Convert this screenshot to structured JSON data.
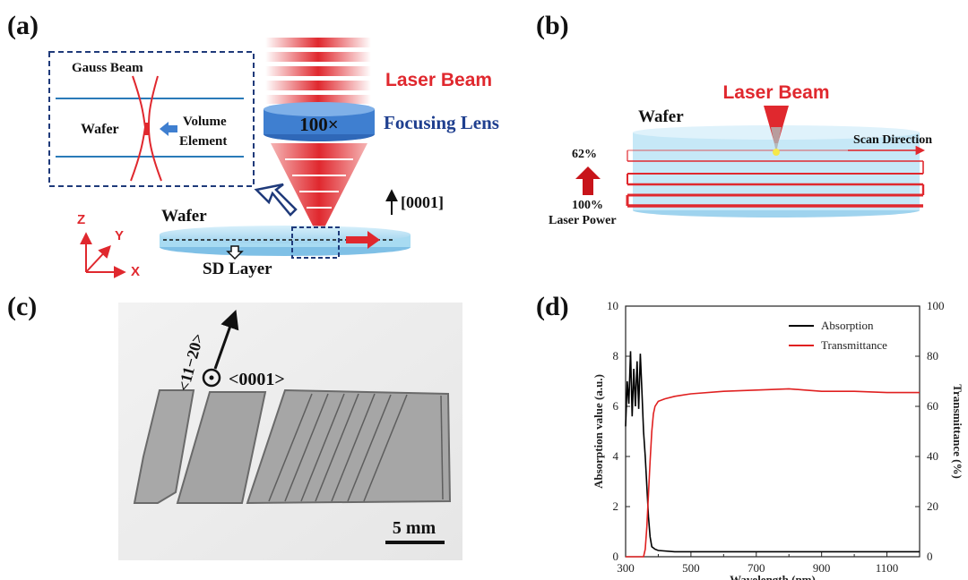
{
  "panel_a": {
    "label": "(a)",
    "laser_beam": "Laser Beam",
    "lens_magnification": "100×",
    "focusing_lens": "Focusing Lens",
    "inset_gauss_beam": "Gauss Beam",
    "inset_wafer": "Wafer",
    "inset_volume_element": "Volume",
    "inset_volume_element_2": "Element",
    "wafer": "Wafer",
    "sd_layer": "SD Layer",
    "direction": "[0001]",
    "axis_z": "Z",
    "axis_y": "Y",
    "axis_x": "X"
  },
  "panel_b": {
    "label": "(b)",
    "laser_beam": "Laser Beam",
    "wafer": "Wafer",
    "scan_direction": "Scan Direction",
    "power_low": "62%",
    "power_high": "100%",
    "laser_power": "Laser Power"
  },
  "panel_c": {
    "label": "(c)",
    "dir_1120": "<11−20>",
    "dir_0001": "<0001>",
    "scale_bar": "5 mm"
  },
  "panel_d": {
    "label": "(d)"
  },
  "colors": {
    "laser_red": "#e0282e",
    "lens_blue": "#3f7fd0",
    "wafer_blue": "#bfe4f5",
    "absorption": "#000000",
    "transmittance": "#e02020"
  },
  "chart_data": {
    "type": "line",
    "xlabel": "Wavelength (nm)",
    "ylabel_left": "Absorption value (a.u.)",
    "ylabel_right": "Transmittance (%)",
    "xlim": [
      300,
      1200
    ],
    "ylim_left": [
      0,
      10
    ],
    "ylim_right": [
      0,
      100
    ],
    "x_ticks": [
      300,
      500,
      700,
      900,
      1100
    ],
    "y_ticks_left": [
      0,
      2,
      4,
      6,
      8,
      10
    ],
    "y_ticks_right": [
      0,
      20,
      40,
      60,
      80,
      100
    ],
    "legend_position": "top-right",
    "series": [
      {
        "name": "Absorption",
        "axis": "left",
        "color": "#000000",
        "x": [
          300,
          305,
          310,
          315,
          320,
          325,
          330,
          335,
          340,
          345,
          350,
          355,
          360,
          365,
          370,
          375,
          380,
          390,
          400,
          450,
          500,
          600,
          700,
          800,
          900,
          1000,
          1100,
          1200
        ],
        "y": [
          5.2,
          7.0,
          6.1,
          8.2,
          5.6,
          7.5,
          6.0,
          7.8,
          5.9,
          8.1,
          6.6,
          5.0,
          4.0,
          2.8,
          1.6,
          0.8,
          0.4,
          0.3,
          0.25,
          0.2,
          0.2,
          0.2,
          0.2,
          0.2,
          0.2,
          0.2,
          0.2,
          0.2
        ]
      },
      {
        "name": "Transmittance",
        "axis": "right",
        "color": "#e02020",
        "x": [
          300,
          340,
          355,
          360,
          365,
          370,
          375,
          380,
          385,
          390,
          400,
          420,
          450,
          500,
          600,
          700,
          800,
          850,
          900,
          1000,
          1100,
          1200
        ],
        "y": [
          0,
          0,
          0,
          3,
          12,
          25,
          38,
          50,
          57,
          60,
          62,
          63,
          64,
          65,
          66,
          66.5,
          67,
          66.5,
          66,
          66,
          65.5,
          65.5
        ]
      }
    ]
  }
}
